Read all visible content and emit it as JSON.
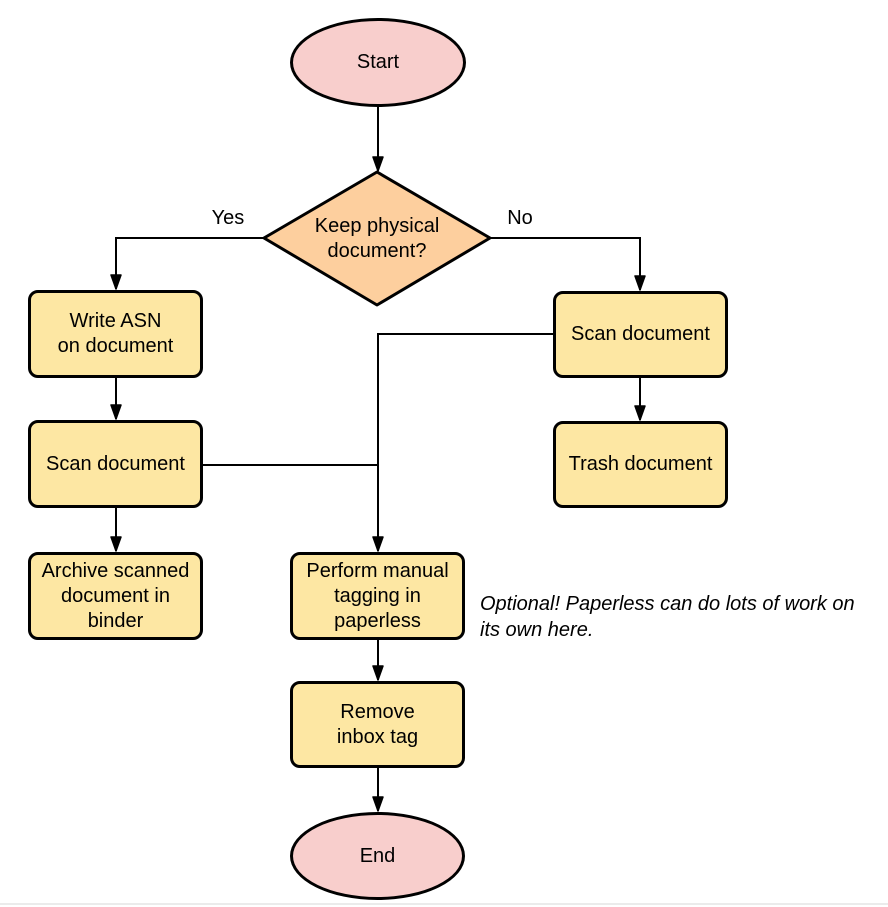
{
  "colors": {
    "process_fill": "#fde7a3",
    "decision_fill": "#fdcf9e",
    "terminal_fill": "#f8cecc",
    "stroke": "#000000",
    "bottom_rule": "#ebebeb"
  },
  "nodes": {
    "start": {
      "label": "Start"
    },
    "decision": {
      "label": "Keep physical\ndocument?"
    },
    "write_asn": {
      "label": "Write ASN\non document"
    },
    "scan_left": {
      "label": "Scan document"
    },
    "archive": {
      "label": "Archive scanned\ndocument in\nbinder"
    },
    "scan_right": {
      "label": "Scan document"
    },
    "trash": {
      "label": "Trash document"
    },
    "tagging": {
      "label": "Perform manual\ntagging in\npaperless"
    },
    "remove_inbox": {
      "label": "Remove\ninbox tag"
    },
    "end": {
      "label": "End"
    }
  },
  "edge_labels": {
    "yes": "Yes",
    "no": "No"
  },
  "annotation": {
    "text": "Optional! Paperless can do lots of work on\nits own here."
  }
}
